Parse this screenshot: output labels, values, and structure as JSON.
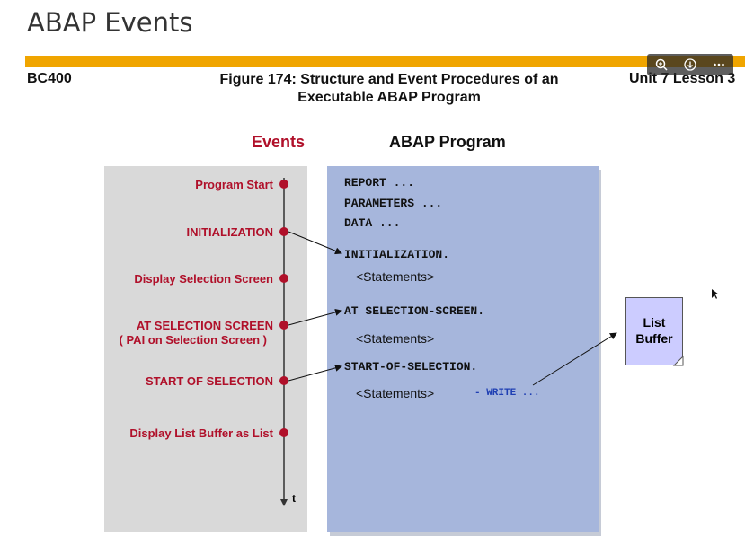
{
  "page": {
    "title": "ABAP Events"
  },
  "slide": {
    "course": "BC400",
    "figure_title_line1": "Figure 174: Structure and Event Procedures of an",
    "figure_title_line2": "Executable ABAP Program",
    "unit_label": "Unit 7 Lesson 3",
    "col_events": "Events",
    "col_program": "ABAP Program",
    "events": [
      "Program Start",
      "INITIALIZATION",
      "Display Selection Screen",
      "AT SELECTION SCREEN",
      "( PAI on Selection Screen )",
      "START OF SELECTION",
      "Display List Buffer as List"
    ],
    "time_axis_label": "t",
    "code": {
      "report": "REPORT ...",
      "parameters": "PARAMETERS ...",
      "data": "DATA ...",
      "initialization": "INITIALIZATION.",
      "at_selection": "AT SELECTION-SCREEN.",
      "start_selection": "START-OF-SELECTION.",
      "statements": "<Statements>",
      "write": "- WRITE ..."
    },
    "list_buffer_line1": "List",
    "list_buffer_line2": "Buffer",
    "colors": {
      "event_red": "#b0102a",
      "program_blue": "#a6b6dc",
      "events_gray": "#d9d9d9",
      "buffer_lilac": "#ccccff",
      "accent_orange": "#f0a500"
    }
  },
  "toolbar": {
    "icons": [
      "zoom-icon",
      "download-icon",
      "more-icon"
    ]
  }
}
